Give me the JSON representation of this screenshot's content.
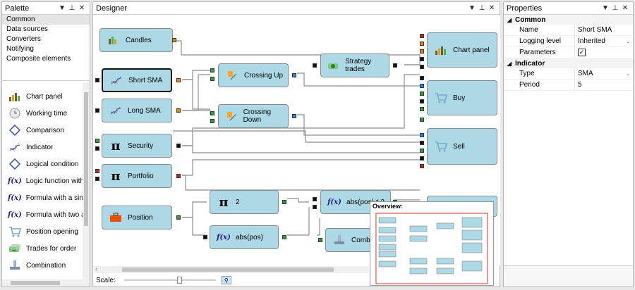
{
  "palette": {
    "title": "Palette",
    "categories": [
      "Common",
      "Data sources",
      "Converters",
      "Notifying",
      "Composite elements"
    ],
    "tools": [
      {
        "label": "Chart panel",
        "icon": "chart-panel-icon"
      },
      {
        "label": "Working time",
        "icon": "clock-icon"
      },
      {
        "label": "Comparison",
        "icon": "comparison-icon"
      },
      {
        "label": "Indicator",
        "icon": "indicator-icon"
      },
      {
        "label": "Logical condition",
        "icon": "logical-condition-icon"
      },
      {
        "label": "Logic function with o",
        "icon": "function-icon"
      },
      {
        "label": "Formula with a single",
        "icon": "function-icon"
      },
      {
        "label": "Formula with two arg",
        "icon": "function-icon"
      },
      {
        "label": "Position opening",
        "icon": "cart-icon"
      },
      {
        "label": "Trades for order",
        "icon": "trades-icon"
      },
      {
        "label": "Combination",
        "icon": "combination-icon"
      }
    ]
  },
  "designer": {
    "title": "Designer",
    "scale_label": "Scale:",
    "overview_label": "Overview:",
    "nodes": {
      "candles": "Candles",
      "short_sma": "Short SMA",
      "long_sma": "Long SMA",
      "security": "Security",
      "portfolio": "Portfolio",
      "position": "Position",
      "crossing_up": "Crossing Up",
      "crossing_down": "Crossing Down",
      "strategy_trades": "Strategy trades",
      "chart_panel": "Chart panel",
      "buy": "Buy",
      "sell": "Sell",
      "pi2": "2",
      "abs_pos": "abs(pos)",
      "abs_pos_2": "abs(pos) * 2",
      "combination": "Combinat"
    }
  },
  "properties": {
    "title": "Properties",
    "groups": [
      {
        "name": "Common",
        "rows": [
          {
            "key": "Name",
            "value": "Short SMA"
          },
          {
            "key": "Logging level",
            "value": "Inherited"
          },
          {
            "key": "Parameters",
            "value": "✓"
          }
        ]
      },
      {
        "name": "Indicator",
        "rows": [
          {
            "key": "Type",
            "value": "SMA"
          },
          {
            "key": "Period",
            "value": "5"
          }
        ]
      }
    ]
  },
  "colors": {
    "node_fill": "#add8e6",
    "accent": "#1e88e5"
  }
}
